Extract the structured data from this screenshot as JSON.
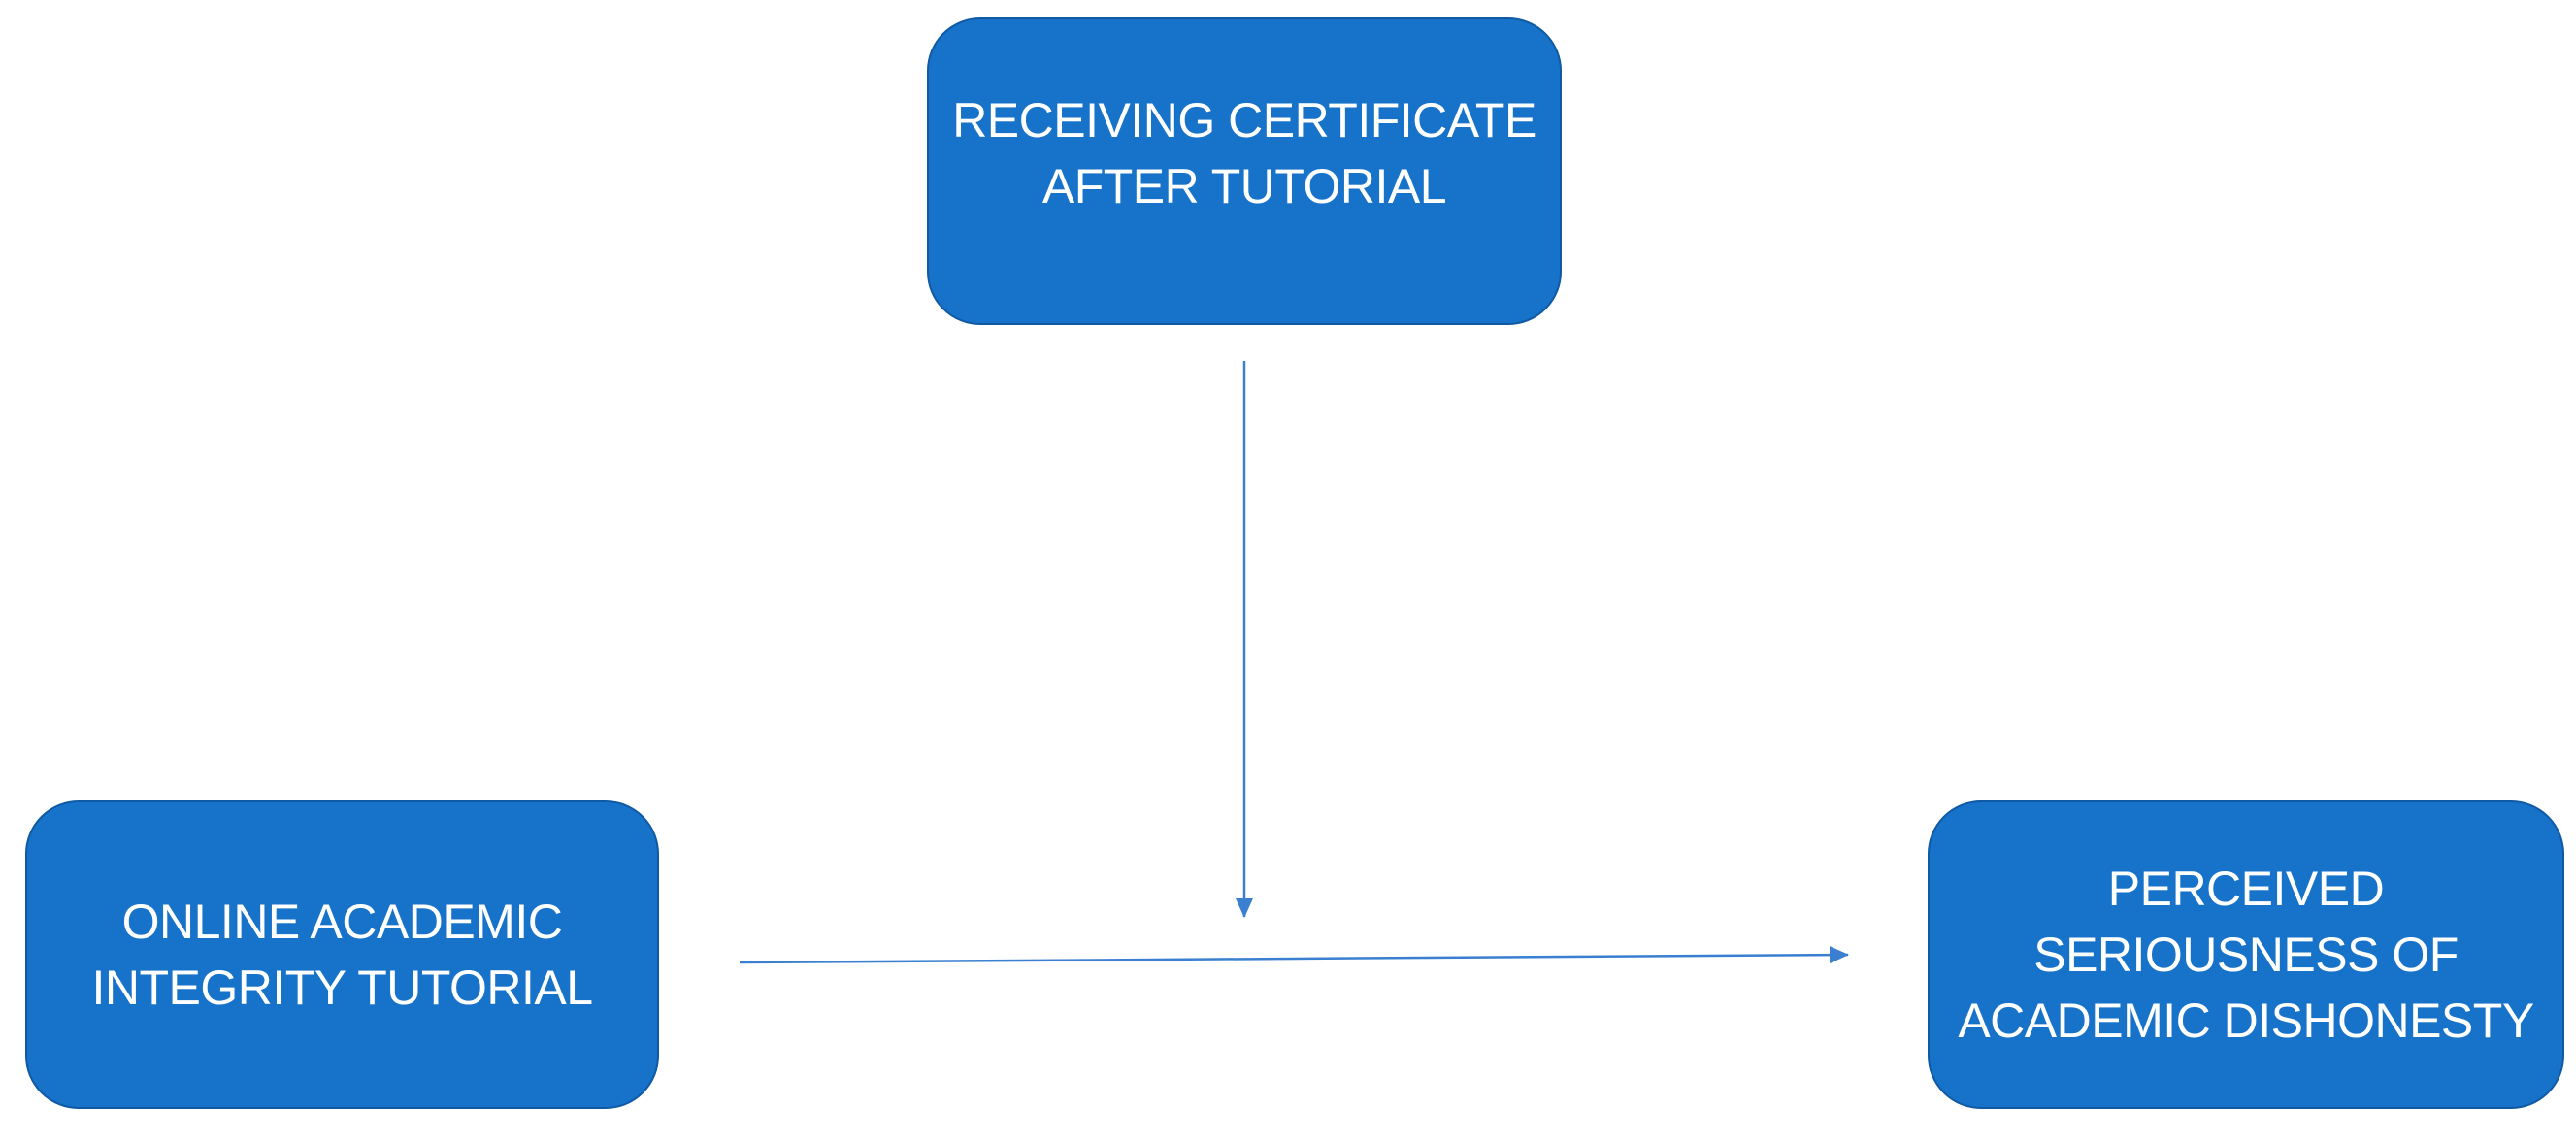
{
  "diagram": {
    "nodes": {
      "moderator": {
        "label": "RECEIVING CERTIFICATE\nAFTER TUTORIAL"
      },
      "independent": {
        "label": "ONLINE ACADEMIC\nINTEGRITY TUTORIAL"
      },
      "dependent": {
        "label": "PERCEIVED\nSERIOUSNESS OF\nACADEMIC DISHONESTY"
      }
    },
    "edges": [
      {
        "from": "moderator",
        "to": "independent-dependent-path"
      },
      {
        "from": "independent",
        "to": "dependent"
      }
    ],
    "colors": {
      "node_fill": "#1772c9",
      "node_border": "#0f5aa3",
      "node_text": "#ffffff",
      "arrow": "#3a7fd0"
    }
  }
}
